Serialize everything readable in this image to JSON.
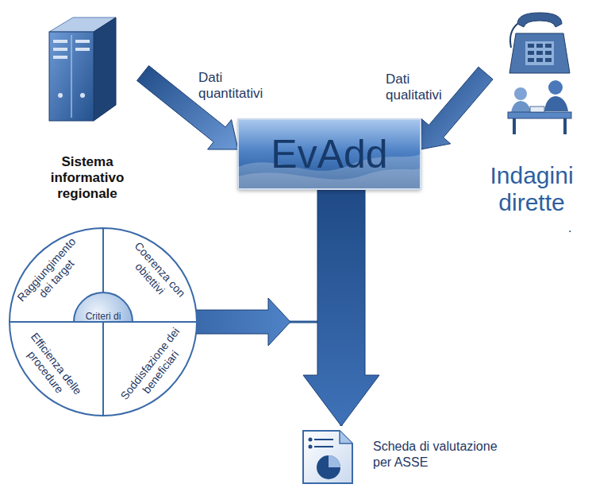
{
  "diagram": {
    "nodes": [
      {
        "text": [
          "Sistema informativo regionale"
        ]
      },
      {
        "text": [
          "EvAdd"
        ]
      },
      {
        "text": [
          "Indagini dirette"
        ]
      },
      {
        "text": [
          "Raggiungimento dei target"
        ]
      },
      {
        "text": [
          "Coerenza con obiettivi"
        ]
      },
      {
        "text": [
          "Criteri di valutazione"
        ]
      },
      {
        "text": [
          "Efficienza delle procedure"
        ]
      },
      {
        "text": [
          "Soddisfazione dei beneficiari"
        ]
      },
      {
        "text": [
          "Scheda di valutazione per ASSE"
        ]
      }
    ],
    "edges": [
      {
        "from": 0,
        "to": 1,
        "label": "Dati quantitativi",
        "arrow": "to"
      },
      {
        "from": 2,
        "to": 1,
        "label": "Dati qualitativi",
        "arrow": "to"
      },
      {
        "from": 1,
        "to": 8,
        "arrow": "to"
      },
      {
        "from": 5,
        "to": 8,
        "arrow": "to"
      }
    ],
    "labels": [
      "."
    ]
  }
}
